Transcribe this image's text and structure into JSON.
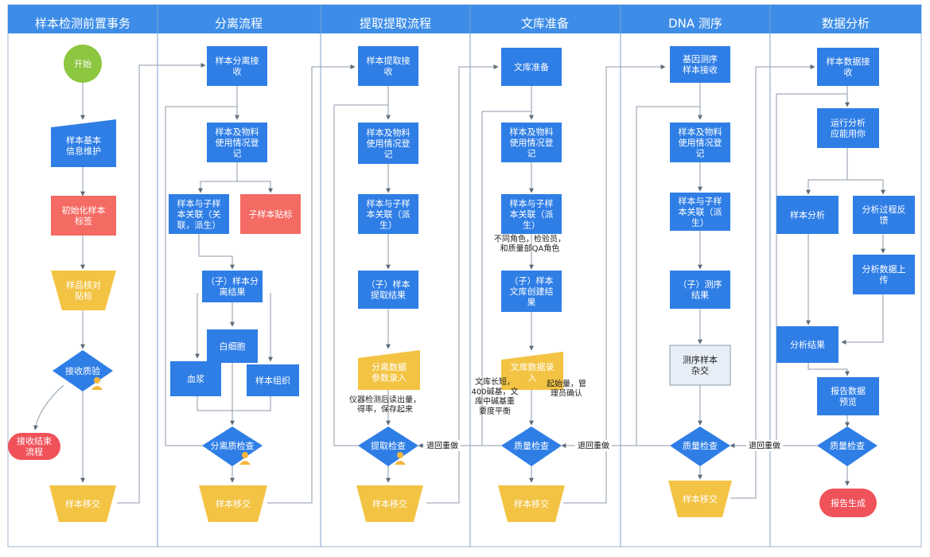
{
  "lanes": [
    {
      "title": "样本检测前置事务"
    },
    {
      "title": "分离流程"
    },
    {
      "title": "提取提取流程"
    },
    {
      "title": "文库准备"
    },
    {
      "title": "DNA 测序"
    },
    {
      "title": "数据分析"
    }
  ],
  "nodes": {
    "start": "开始",
    "sample_info": "样本基本\n信息维护",
    "init_label": "初始化样本\n标签",
    "check_label": "样品核对\n贴标",
    "receive_qc": "接收质验",
    "receive_end": "接收结束\n流程",
    "transfer_1": "样本移交",
    "sep_receive": "样本分离接\n收",
    "sep_material": "样本及物料\n使用情况登\n记",
    "sep_link": "样本与子样\n本关联（关\n联，派生）",
    "sub_label": "子样本贴标",
    "sep_result": "（子）样本分\n离结果",
    "wbc": "白细胞",
    "plasma": "血浆",
    "tissue": "样本组织",
    "sep_qc": "分离质检查",
    "transfer_2": "样本移交",
    "ext_receive": "样本提取接\n收",
    "ext_material": "样本及物料\n使用情况登\n记",
    "ext_link": "样本与子样\n本关联（派\n生）",
    "ext_result": "（子）样本\n提取结果",
    "sep_data": "分离数据\n参数录入",
    "ext_qc": "提取检查",
    "transfer_3": "样本移交",
    "lib_prep": "文库准备",
    "lib_material": "样本及物料\n使用情况登\n记",
    "lib_link": "样本与子样\n本关联（派\n生）",
    "lib_result": "（子）样本\n文库创建结\n果",
    "lib_data": "文库数据录\n入",
    "lib_qc": "质量检查",
    "transfer_4": "样本移交",
    "seq_receive": "基因测序\n样本接收",
    "seq_material": "样本及物料\n使用情况登\n记",
    "seq_link": "样本与子样\n本关联（派\n生）",
    "seq_result": "（子）测序\n结果",
    "seq_mix": "测序样本\n杂交",
    "seq_qc": "质量检查",
    "transfer_5": "样本移交",
    "data_receive": "样本数据接\n收",
    "run_app": "运行分析\n应能用你",
    "sample_analysis": "样本分析",
    "feedback": "分析过程反\n馈",
    "upload": "分析数据上\n传",
    "analysis_result": "分析结果",
    "report_preview": "报告数据\n预览",
    "data_qc": "质量检查",
    "report_gen": "报告生成"
  },
  "notes": {
    "ext_note": "仪器检测后读出量，\n得率，保存起来",
    "roles_note": "不同角色，检验员，\n和质量部QA角色",
    "lib_len_note": "文库长短，\n400碱基，文\n库中碱基重\n要度平衡",
    "start_amt_note": "起始量，管\n理员确认"
  },
  "edge_labels": {
    "return_1": "退回重做",
    "return_2": "退回重做",
    "return_3": "退回重做"
  },
  "colors": {
    "header": "#3d8de8",
    "process": "#2f7ee6",
    "start": "#8dc63f",
    "end": "#f0525a",
    "trapezoid": "#f3c343",
    "label": "#f46b63",
    "mix": "#e8eef8",
    "line": "#8c9aa8"
  }
}
